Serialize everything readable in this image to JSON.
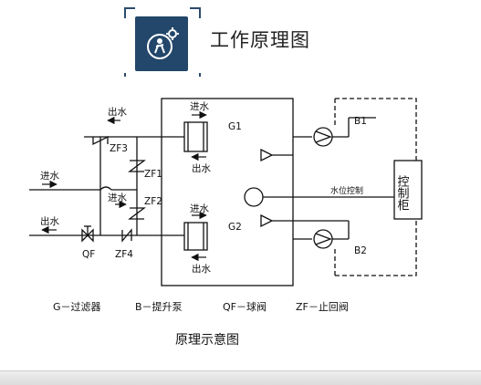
{
  "header": {
    "title": "工作原理图",
    "icon": "gear-person-icon"
  },
  "diagram": {
    "labels": {
      "in_water_top": "出水",
      "zf3": "ZF3",
      "zf1": "ZF1",
      "zf2": "ZF2",
      "zf4": "ZF4",
      "qf": "QF",
      "inlet": "进水",
      "outlet": "出水",
      "mid_inlet": "进水",
      "g1": "G1",
      "g2": "G2",
      "g1_in": "进水",
      "g1_out": "出水",
      "g2_in": "进水",
      "g2_out": "出水",
      "b1": "B1",
      "b2": "B2",
      "level_control": "水位控制",
      "control_cabinet": "控制柜"
    },
    "legend": [
      "G－过滤器",
      "B－提升泵",
      "QF－球阀",
      "ZF－止回阀"
    ],
    "caption": "原理示意图"
  },
  "colors": {
    "icon_bg": "#23476b",
    "line": "#111111"
  }
}
